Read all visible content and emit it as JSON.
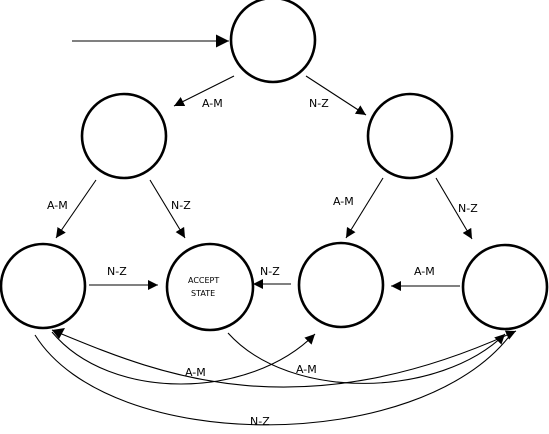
{
  "diagram": {
    "states": [
      {
        "id": "start",
        "label": ""
      },
      {
        "id": "q1",
        "label": ""
      },
      {
        "id": "q2",
        "label": ""
      },
      {
        "id": "q3",
        "label": ""
      },
      {
        "id": "accept",
        "label_line1": "ACCEPT",
        "label_line2": "STATE"
      },
      {
        "id": "q5",
        "label": ""
      },
      {
        "id": "q6",
        "label": ""
      }
    ],
    "transitions": [
      {
        "from": "start",
        "to": "q1",
        "label": "A-M"
      },
      {
        "from": "start",
        "to": "q2",
        "label": "N-Z"
      },
      {
        "from": "q1",
        "to": "q3",
        "label": "A-M"
      },
      {
        "from": "q1",
        "to": "accept",
        "label": "N-Z"
      },
      {
        "from": "q2",
        "to": "q5",
        "label": "A-M"
      },
      {
        "from": "q2",
        "to": "q6",
        "label": "N-Z"
      },
      {
        "from": "q3",
        "to": "accept",
        "label": "N-Z"
      },
      {
        "from": "q5",
        "to": "accept",
        "label": "N-Z"
      },
      {
        "from": "q6",
        "to": "q5",
        "label": "A-M"
      },
      {
        "from": "q3",
        "to": "q5",
        "label": "A-M"
      },
      {
        "from": "accept",
        "to": "q6",
        "label": "A-M"
      },
      {
        "from": "q3",
        "to": "q6",
        "label": "N-Z"
      }
    ]
  }
}
